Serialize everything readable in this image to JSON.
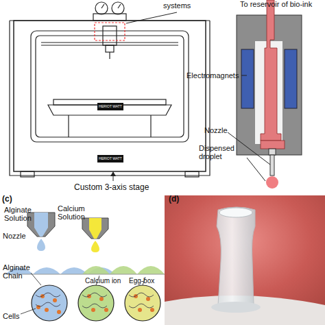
{
  "diagram": {
    "labels": [
      "systems",
      "HERIOT WATT",
      "HERIOT WATT",
      "Custom 3-axis stage",
      "To reservoir of bio-ink",
      "Electromagnets",
      "Nozzle",
      "Dispensed droplet",
      "(c)",
      "Alginate Solution",
      "Calcium Solution",
      "Nozzle",
      "Alginate Chain",
      "Calcium ion",
      "Egg-box",
      "Cells",
      "(d)"
    ]
  }
}
